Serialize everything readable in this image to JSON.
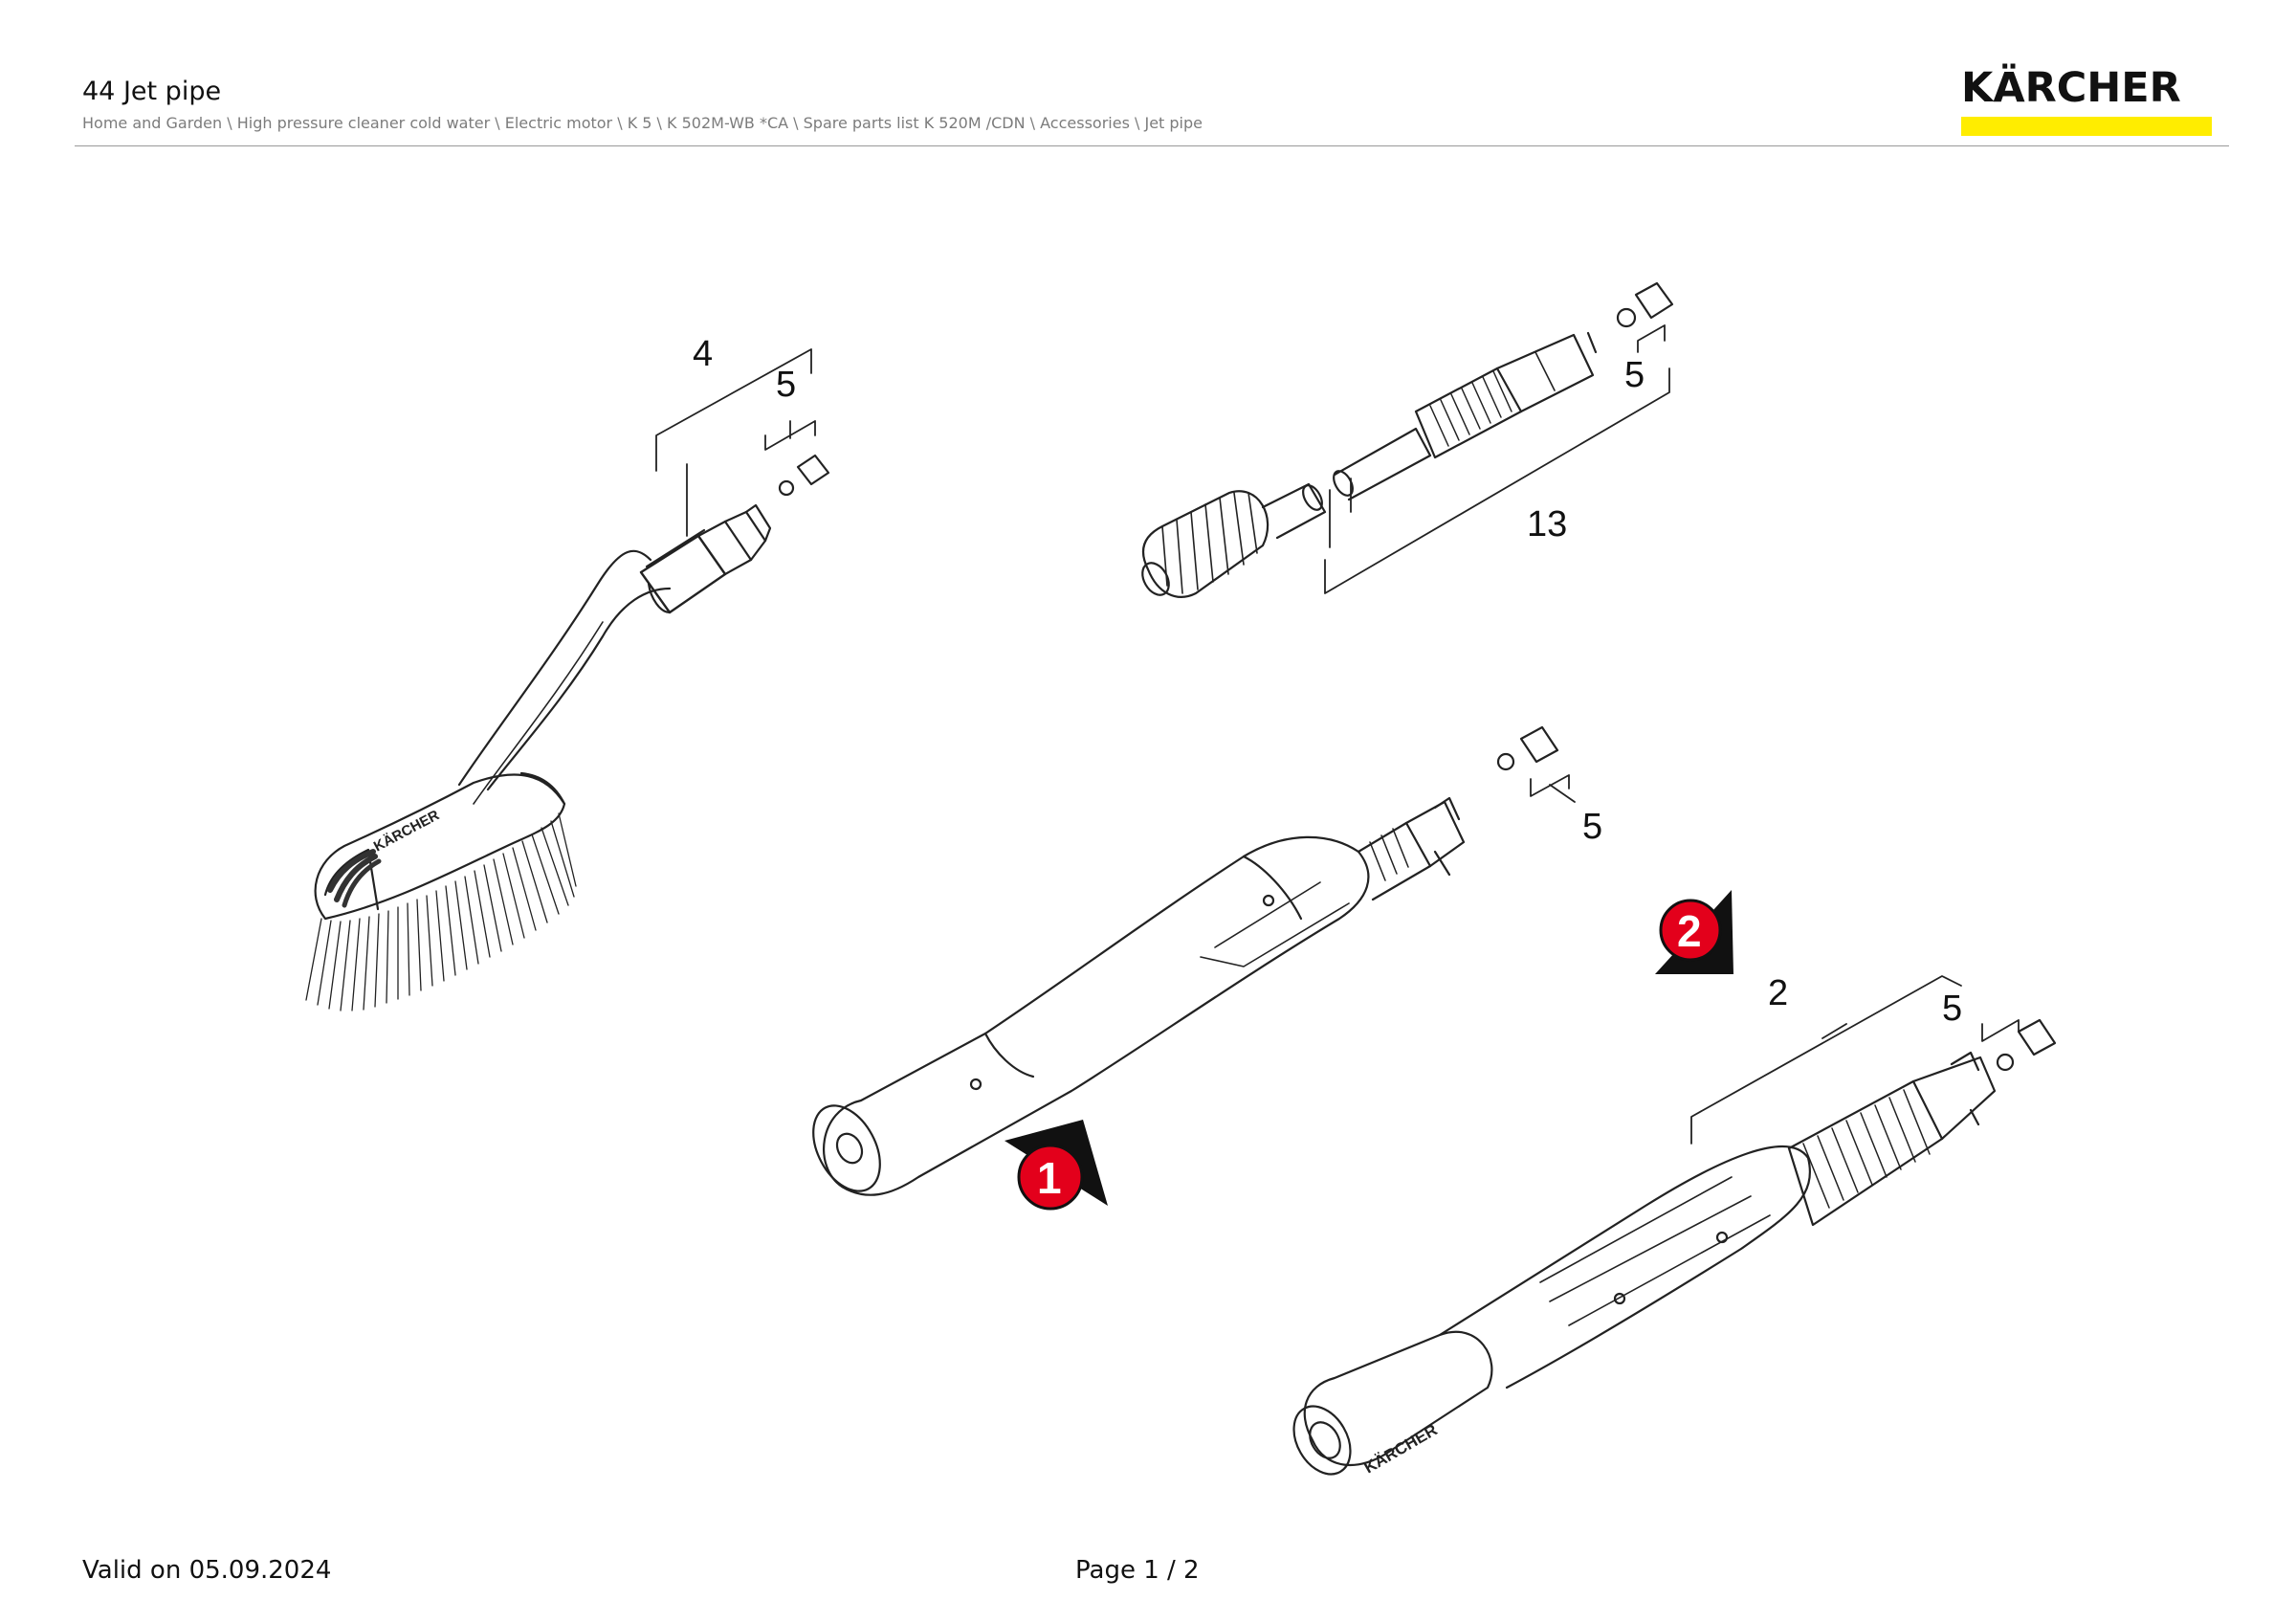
{
  "header": {
    "title": "44 Jet pipe",
    "breadcrumb": "Home and Garden \\ High pressure cleaner cold water \\ Electric motor \\ K 5 \\ K 502M-WB *CA \\ Spare parts list K 520M /CDN \\ Accessories \\ Jet pipe"
  },
  "logo": {
    "text": "KÄRCHER",
    "bar_color": "#ffed00",
    "icon": "karcher-logo"
  },
  "diagram": {
    "callouts": [
      "4",
      "5",
      "5",
      "13",
      "5",
      "2",
      "5"
    ],
    "badges": [
      "1",
      "2"
    ],
    "badge_color": "#e3001b",
    "brand_mark": "KÄRCHER",
    "icons": [
      "wash-brush",
      "rotary-nozzle",
      "spray-lance",
      "vario-lance",
      "nozzle-seal"
    ]
  },
  "footer": {
    "valid": "Valid on 05.09.2024",
    "page": "Page 1 / 2"
  }
}
